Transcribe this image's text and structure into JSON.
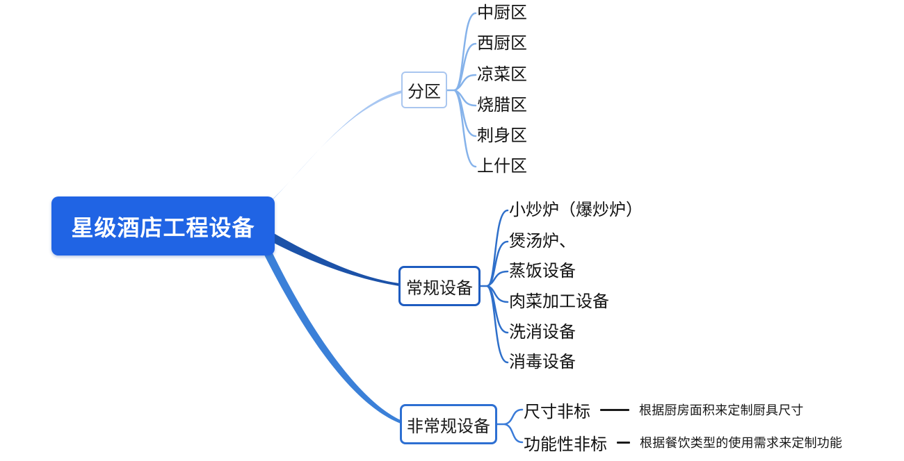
{
  "root": {
    "label": "星级酒店工程设备"
  },
  "branches": [
    {
      "label": "分区",
      "children": [
        {
          "label": "中厨区"
        },
        {
          "label": "西厨区"
        },
        {
          "label": "凉菜区"
        },
        {
          "label": "烧腊区"
        },
        {
          "label": "刺身区"
        },
        {
          "label": "上什区"
        }
      ]
    },
    {
      "label": "常规设备",
      "children": [
        {
          "label": "小炒炉（爆炒炉）"
        },
        {
          "label": "煲汤炉、"
        },
        {
          "label": "蒸饭设备"
        },
        {
          "label": "肉菜加工设备"
        },
        {
          "label": "洗消设备"
        },
        {
          "label": "消毒设备"
        }
      ]
    },
    {
      "label": "非常规设备",
      "children": [
        {
          "label": "尺寸非标",
          "note": "根据厨房面积来定制厨具尺寸"
        },
        {
          "label": "功能性非标",
          "note": "根据餐饮类型的使用需求来定制功能"
        }
      ]
    }
  ],
  "colors": {
    "root_fill": "#2064e4",
    "root_text": "#ffffff",
    "branch1_curve": "#a8c7f2",
    "branch1_border": "#a9c6ef",
    "branch1_child_lines": "#85b2ea",
    "branch2_curve": "#1c52a8",
    "branch2_border": "#1e5cc0",
    "branch2_child_lines": "#2e6fca",
    "branch3_curve": "#3b80d8",
    "branch3_border": "#2d6fd2",
    "branch3_child_lines": "#3a7bd8",
    "leaf_text": "#111111",
    "dash": "#1a1a1a"
  }
}
